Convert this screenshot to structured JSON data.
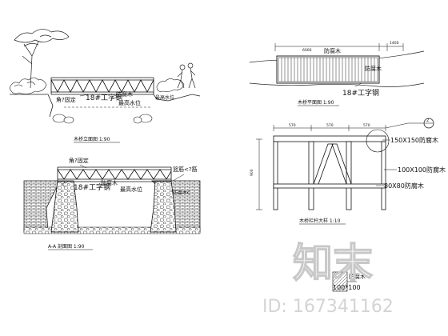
{
  "elevation": {
    "title": "木桥立面图  1:90",
    "labels": {
      "fix_note": "角?固定",
      "beam": "18#工字钢",
      "wood": "防腐木",
      "water_level": "最高水位",
      "ground": "最高水位"
    }
  },
  "plan": {
    "title": "木桥平面图  1:90",
    "dims": {
      "total": "6000",
      "side": "1400"
    },
    "labels": {
      "deck_top": "防腐木",
      "deck_right": "防腐木",
      "beam": "18#工字钢"
    }
  },
  "section": {
    "title": "A-A  剖面图  1:90",
    "labels": {
      "fix_note": "角?固定",
      "wood": "防腐木",
      "beam": "18#工字钢",
      "water_level": "最高水位",
      "rebar": "篮筋<?筋",
      "right_note": "防腐木C",
      "left_note": "C"
    }
  },
  "railing": {
    "title": "木桥栏杆大样  1:10",
    "dims": {
      "w1": "570",
      "w2": "570",
      "w3": "570",
      "height": "900"
    },
    "marker": "2",
    "labels": {
      "post": "150X150防腐木",
      "rail": "100X100防腐木",
      "brace": "80X80防腐木"
    }
  },
  "detail": {
    "labels": {
      "wood": "防腐木",
      "size": "100*100"
    }
  },
  "watermark": {
    "logo": "知末",
    "id": "ID: 167341162"
  }
}
